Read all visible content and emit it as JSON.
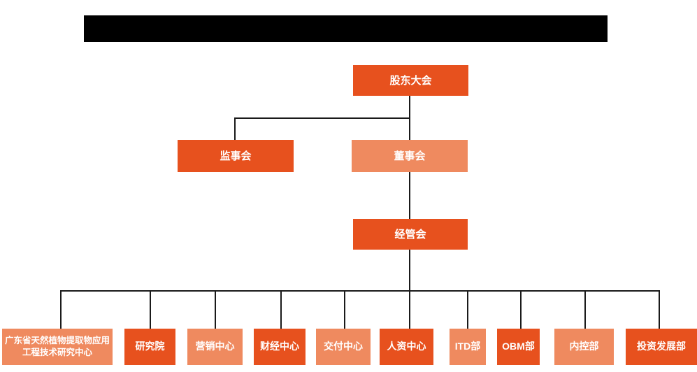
{
  "colors": {
    "node_dark": "#E7511E",
    "node_light": "#EF8A5F",
    "line": "#1A1A1A",
    "background": "#FFFFFF",
    "redacted_bar": "#000000"
  },
  "org": {
    "root": {
      "label": "股东大会"
    },
    "level2": [
      {
        "label": "监事会",
        "variant": "dark"
      },
      {
        "label": "董事会",
        "variant": "light"
      }
    ],
    "level3": {
      "label": "经管会"
    },
    "departments": [
      {
        "label": "广东省天然植物提取物应用工程技术研究中心",
        "variant": "light"
      },
      {
        "label": "研究院",
        "variant": "dark"
      },
      {
        "label": "营销中心",
        "variant": "light"
      },
      {
        "label": "财经中心",
        "variant": "dark"
      },
      {
        "label": "交付中心",
        "variant": "light"
      },
      {
        "label": "人资中心",
        "variant": "dark"
      },
      {
        "label": "ITD部",
        "variant": "light"
      },
      {
        "label": "OBM部",
        "variant": "dark"
      },
      {
        "label": "内控部",
        "variant": "light"
      },
      {
        "label": "投资发展部",
        "variant": "dark"
      }
    ]
  }
}
